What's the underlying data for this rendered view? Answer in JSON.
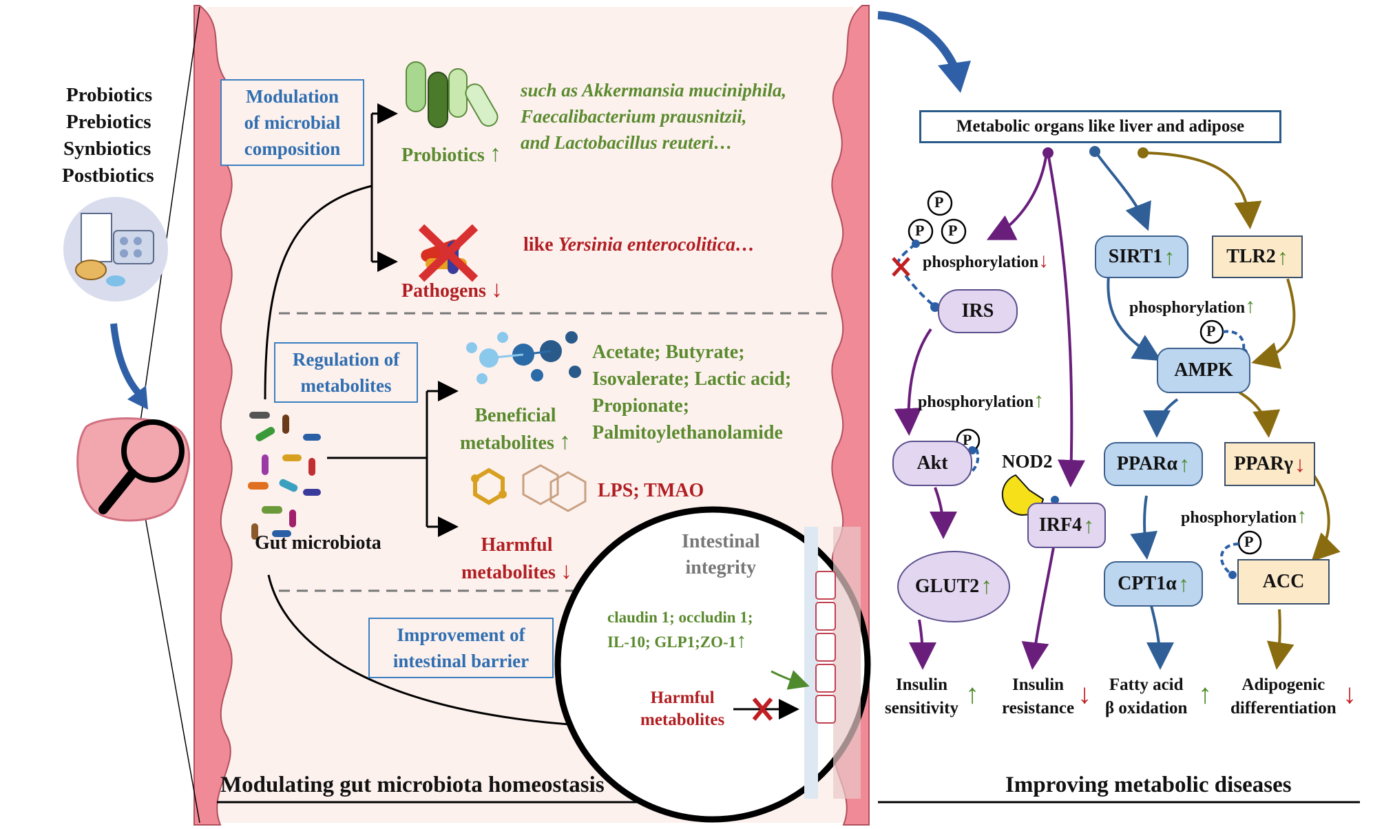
{
  "left_panel": {
    "supplements": [
      "Probiotics",
      "Prebiotics",
      "Synbiotics",
      "Postbiotics"
    ]
  },
  "middle_panel": {
    "title": "Modulating gut microbiota homeostasis",
    "gut_microbiota_label": "Gut microbiota",
    "modulation_box": [
      "Modulation",
      "of microbial",
      "composition"
    ],
    "probiotics_label": "Probiotics",
    "probiotics_examples": [
      "such as Akkermansia muciniphila,",
      "Faecalibacterium prausnitzii,",
      "and Lactobacillus reuteri…"
    ],
    "pathogens_label": "Pathogens",
    "pathogens_prefix": "like ",
    "pathogens_example": "Yersinia enterocolitica…",
    "regulation_box": [
      "Regulation of",
      "metabolites"
    ],
    "beneficial_label": [
      "Beneficial",
      "metabolites"
    ],
    "beneficial_list": [
      "Acetate; Butyrate;",
      "Isovalerate; Lactic acid;",
      "Propionate;",
      "Palmitoylethanolamide"
    ],
    "harmful_label": [
      "Harmful",
      "metabolites"
    ],
    "harmful_list": "LPS; TMAO",
    "barrier_box": [
      "Improvement of",
      "intestinal barrier"
    ],
    "integrity_title": [
      "Intestinal",
      "integrity"
    ],
    "integrity_list": [
      "claudin 1; occludin 1;",
      "IL-10; GLP1;ZO-1"
    ],
    "integrity_harmful": [
      "Harmful",
      "metabolites"
    ]
  },
  "right_panel": {
    "title": "Improving metabolic diseases",
    "organs_box": "Metabolic organs like liver and adipose",
    "p_label": "P",
    "phosphorylation": "phosphorylation",
    "nodes": {
      "irs": "IRS",
      "akt": "Akt",
      "glut2": "GLUT2",
      "nod2": "NOD2",
      "irf4": "IRF4",
      "sirt1": "SIRT1",
      "tlr2": "TLR2",
      "ampk": "AMPK",
      "ppara": "PPARα",
      "pparg": "PPARγ",
      "cpt1a": "CPT1α",
      "acc": "ACC"
    },
    "outcomes": {
      "insulin_sens": [
        "Insulin",
        "sensitivity"
      ],
      "insulin_res": [
        "Insulin",
        "resistance"
      ],
      "fatty_acid": [
        "Fatty acid",
        "β oxidation"
      ],
      "adipogenic": [
        "Adipogenic",
        "differentiation"
      ]
    }
  },
  "glyphs": {
    "up": "↑",
    "down": "↓"
  },
  "colors": {
    "green": "#5a8a2e",
    "red": "#b01e22",
    "blue_text": "#2f6eb0",
    "purple_arrow": "#6a1e7c",
    "blue_arrow": "#2f5f96",
    "olive_arrow": "#8a6c10",
    "gut_wall": "#f08a96",
    "gut_fill": "#fdf1ee"
  }
}
